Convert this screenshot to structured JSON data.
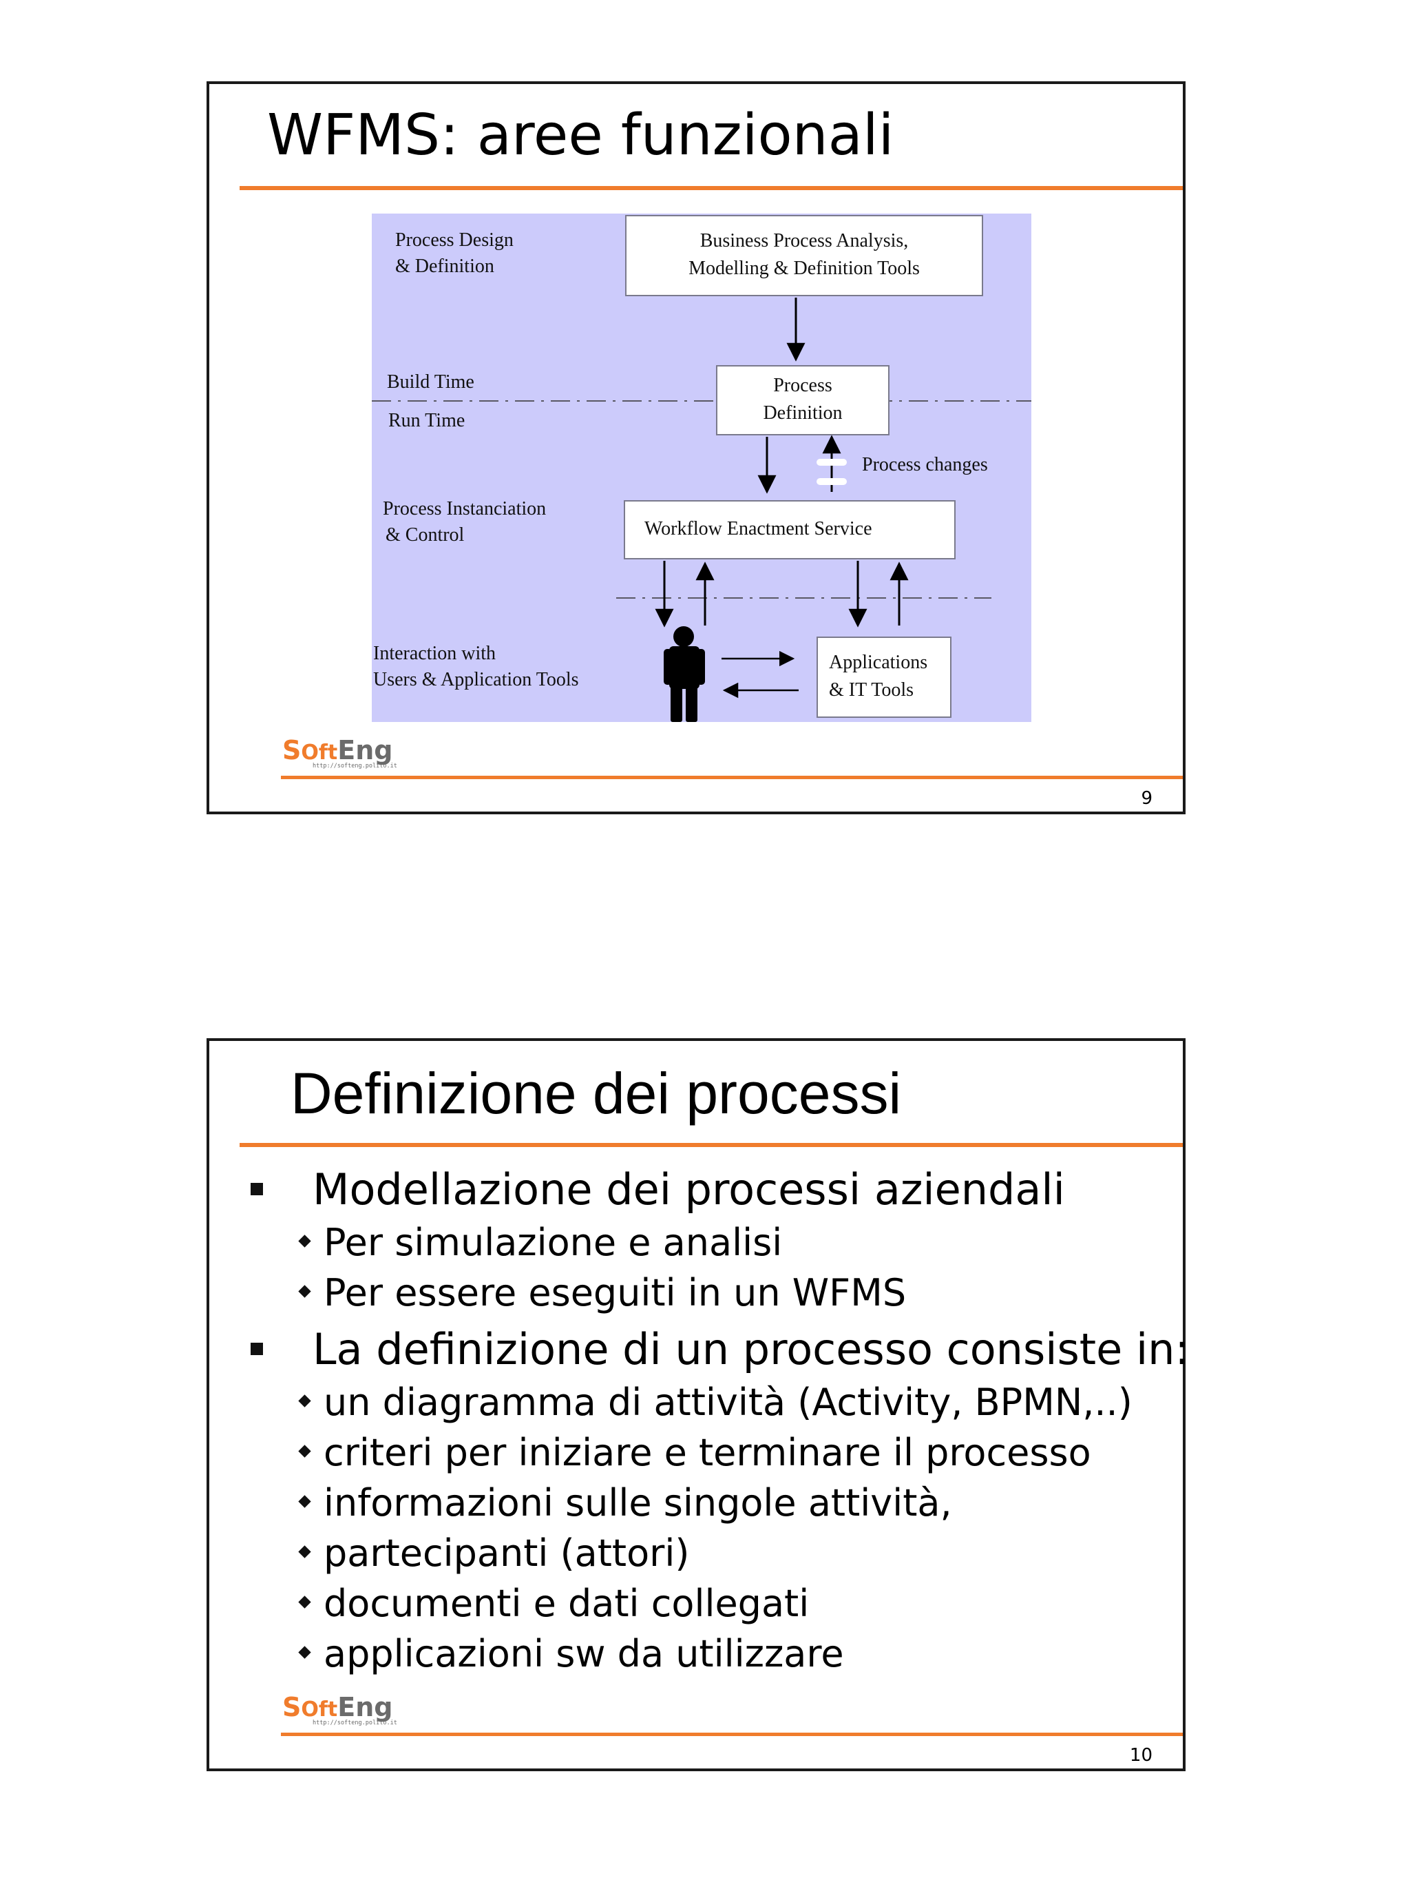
{
  "slides": [
    {
      "title": "WFMS: aree funzionali",
      "page_number": "9",
      "diagram": {
        "labels": {
          "design": [
            "Process Design",
            "& Definition"
          ],
          "build_time": "Build Time",
          "run_time": "Run Time",
          "instanciation": [
            "Process Instanciation",
            "& Control"
          ],
          "interaction": [
            "Interaction with",
            "Users & Application Tools"
          ],
          "process_changes": "Process changes"
        },
        "boxes": {
          "bpa": [
            "Business Process Analysis,",
            "Modelling & Definition Tools"
          ],
          "process_definition": [
            "Process",
            "Definition"
          ],
          "wes": "Workflow Enactment Service",
          "apps": [
            "Applications",
            "& IT Tools"
          ]
        }
      },
      "logo": {
        "brand": "SOftEng",
        "url": "http://softeng.polito.it"
      }
    },
    {
      "title": "Definizione dei processi",
      "page_number": "10",
      "bullets": [
        {
          "text": "Modellazione dei processi aziendali",
          "sub": [
            "Per simulazione e analisi",
            "Per essere eseguiti in un WFMS"
          ]
        },
        {
          "text": "La definizione di un processo consiste in:",
          "sub": [
            "un diagramma di attività (Activity, BPMN,..)",
            "criteri per iniziare e terminare il processo",
            "informazioni sulle singole attività,",
            "partecipanti (attori)",
            "documenti e dati collegati",
            "applicazioni sw da utilizzare"
          ]
        }
      ],
      "logo": {
        "brand": "SOftEng",
        "url": "http://softeng.polito.it"
      }
    }
  ],
  "colors": {
    "accent": "#f07c2c",
    "diagram_bg": "#cccbfb",
    "logo_gray": "#6b6b6b"
  }
}
